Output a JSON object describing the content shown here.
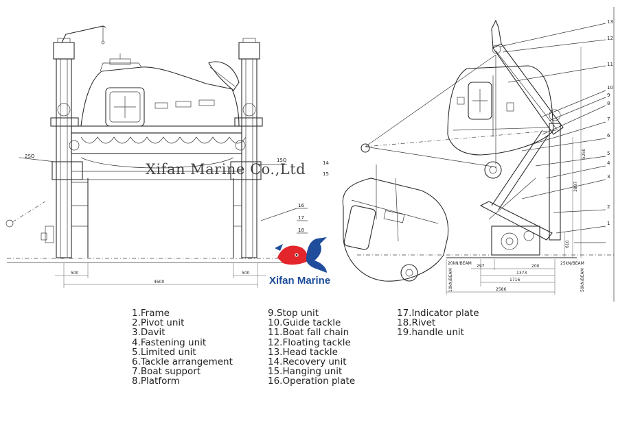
{
  "watermark": "Xifan Marine Co.,Ltd",
  "logo": {
    "text": "Xifan Marine",
    "colors": {
      "fish_red": "#e2262b",
      "fish_blue": "#1f4d9c",
      "text": "#1f4d9c"
    }
  },
  "dimensions_front": {
    "overall_width": "4600",
    "left_margin": "500",
    "right_margin": "500"
  },
  "dimensions_side": {
    "d2586": "2586",
    "d1716": "1716",
    "d1373": "1373",
    "d297": "297",
    "d200": "200",
    "d5250": "5250",
    "d3887": "3887",
    "d610": "610"
  },
  "beam_labels": {
    "left_top": "20kN/BEAM",
    "left_side": "10kN/BEAM",
    "right_top": "25kN/BEAM",
    "right_side": "50kN/BEAM"
  },
  "callouts_front": {
    "c2sq": "2SQ",
    "c15q": "15Q",
    "c14": "14",
    "c15": "15",
    "c16": "16",
    "c17": "17",
    "c18": "18"
  },
  "callouts_side": [
    "13",
    "12",
    "11",
    "10",
    "9",
    "8",
    "7",
    "6",
    "5",
    "4",
    "3",
    "2",
    "1"
  ],
  "legend": {
    "col1": [
      "1.Frame",
      "2.Pivot unit",
      "3.Davit",
      "4.Fastening unit",
      "5.Limited unit",
      "6.Tackle arrangement",
      "7.Boat support",
      "8.Platform"
    ],
    "col2": [
      "9.Stop unit",
      "10.Guide tackle",
      "11.Boat fall chain",
      "12.Floating tackle",
      "13.Head tackle",
      "14.Recovery unit",
      "15.Hanging unit",
      "16.Operation plate"
    ],
    "col3": [
      "17.Indicator plate",
      "18.Rivet",
      "19.handle unit"
    ]
  }
}
